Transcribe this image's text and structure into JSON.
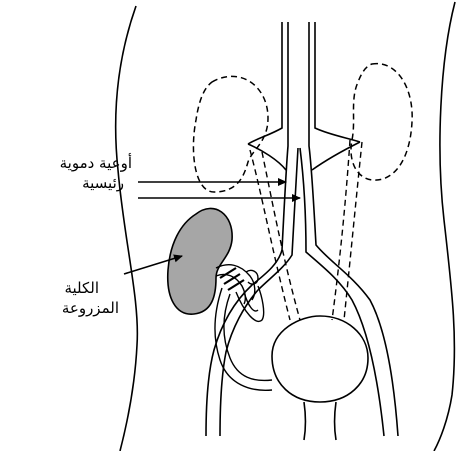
{
  "labels": {
    "major_vessels": [
      "أوعية دموية",
      "رئيسية"
    ],
    "transplanted_kidney": [
      "الكلية",
      "المزروعة"
    ]
  },
  "colors": {
    "ink": "#000000",
    "transplanted_kidney_fill": "#a6a6a6"
  }
}
